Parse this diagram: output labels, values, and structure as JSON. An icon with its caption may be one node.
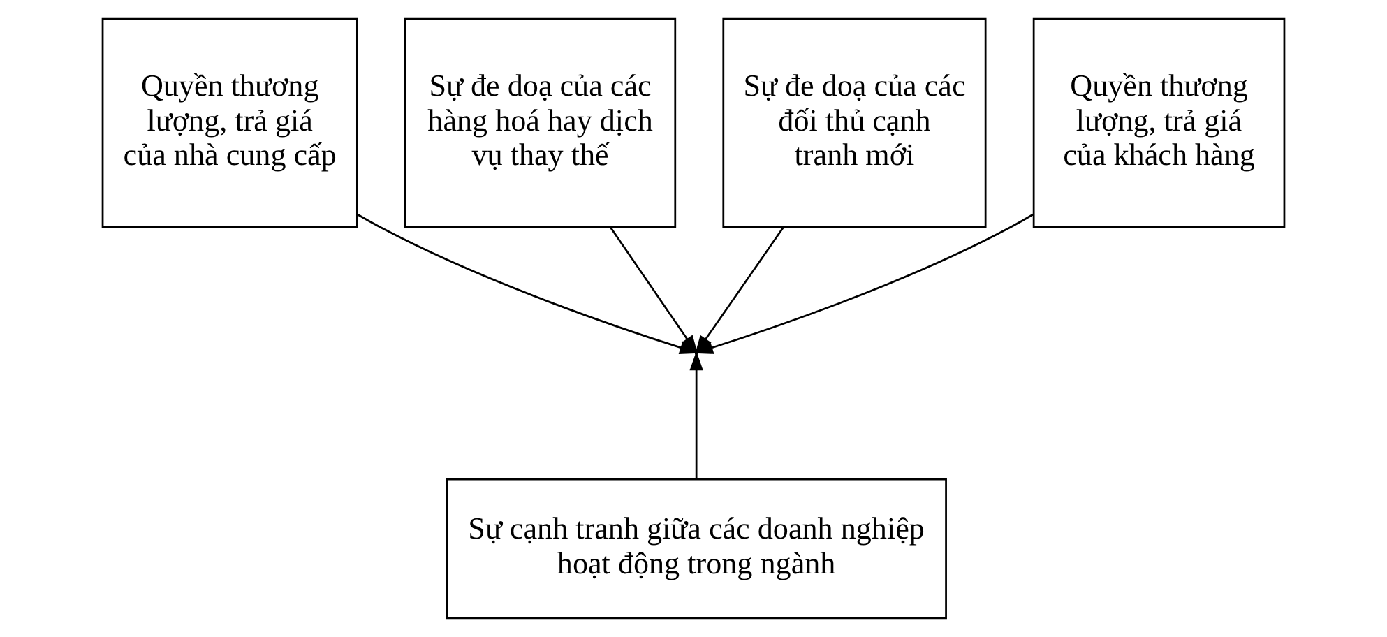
{
  "diagram": {
    "nodes": [
      {
        "text": [
          "Quyền thương lượng, trả giá của nhà cung cấp"
        ]
      },
      {
        "text": [
          "Sự đe doạ của các hàng hoá hay dịch vụ thay thế"
        ]
      },
      {
        "text": [
          "Sự đe doạ của các đối thủ cạnh tranh mới"
        ]
      },
      {
        "text": [
          "Quyền thương lượng, trả giá của khách hàng"
        ]
      },
      {
        "text": [
          "Sự cạnh tranh giữa các doanh nghiệp hoạt động trong ngành"
        ]
      }
    ],
    "edges": [
      {
        "from": 0,
        "to": null,
        "arrow": "to"
      },
      {
        "from": 1,
        "to": null,
        "arrow": "to"
      },
      {
        "from": 2,
        "to": null,
        "arrow": "to"
      },
      {
        "from": 3,
        "to": null,
        "arrow": "to"
      },
      {
        "from": 4,
        "to": null,
        "arrow": "to"
      }
    ]
  }
}
